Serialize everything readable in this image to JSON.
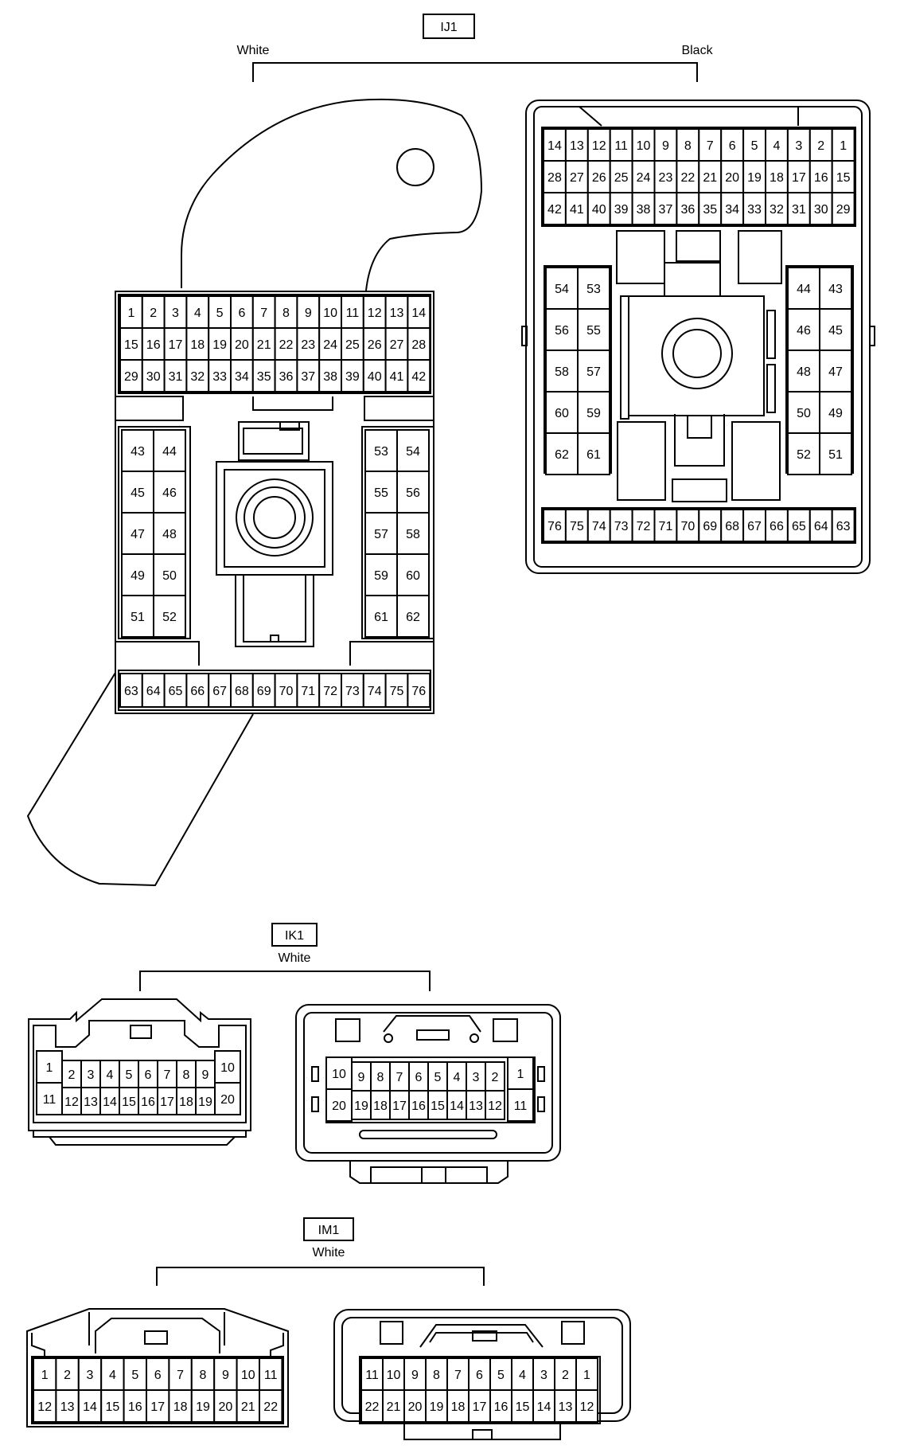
{
  "connectors": {
    "ij1": {
      "id": "IJ1",
      "left_color": "White",
      "right_color": "Black",
      "male_top_rows": [
        [
          "1",
          "2",
          "3",
          "4",
          "5",
          "6",
          "7",
          "8",
          "9",
          "10",
          "11",
          "12",
          "13",
          "14"
        ],
        [
          "15",
          "16",
          "17",
          "18",
          "19",
          "20",
          "21",
          "22",
          "23",
          "24",
          "25",
          "26",
          "27",
          "28"
        ],
        [
          "29",
          "30",
          "31",
          "32",
          "33",
          "34",
          "35",
          "36",
          "37",
          "38",
          "39",
          "40",
          "41",
          "42"
        ]
      ],
      "male_left_block": [
        [
          "43",
          "44"
        ],
        [
          "45",
          "46"
        ],
        [
          "47",
          "48"
        ],
        [
          "49",
          "50"
        ],
        [
          "51",
          "52"
        ]
      ],
      "male_right_block": [
        [
          "53",
          "54"
        ],
        [
          "55",
          "56"
        ],
        [
          "57",
          "58"
        ],
        [
          "59",
          "60"
        ],
        [
          "61",
          "62"
        ]
      ],
      "male_bottom_row": [
        "63",
        "64",
        "65",
        "66",
        "67",
        "68",
        "69",
        "70",
        "71",
        "72",
        "73",
        "74",
        "75",
        "76"
      ],
      "female_top_rows": [
        [
          "14",
          "13",
          "12",
          "11",
          "10",
          "9",
          "8",
          "7",
          "6",
          "5",
          "4",
          "3",
          "2",
          "1"
        ],
        [
          "28",
          "27",
          "26",
          "25",
          "24",
          "23",
          "22",
          "21",
          "20",
          "19",
          "18",
          "17",
          "16",
          "15"
        ],
        [
          "42",
          "41",
          "40",
          "39",
          "38",
          "37",
          "36",
          "35",
          "34",
          "33",
          "32",
          "31",
          "30",
          "29"
        ]
      ],
      "female_left_block": [
        [
          "54",
          "53"
        ],
        [
          "56",
          "55"
        ],
        [
          "58",
          "57"
        ],
        [
          "60",
          "59"
        ],
        [
          "62",
          "61"
        ]
      ],
      "female_right_block": [
        [
          "44",
          "43"
        ],
        [
          "46",
          "45"
        ],
        [
          "48",
          "47"
        ],
        [
          "50",
          "49"
        ],
        [
          "52",
          "51"
        ]
      ],
      "female_bottom_row": [
        "76",
        "75",
        "74",
        "73",
        "72",
        "71",
        "70",
        "69",
        "68",
        "67",
        "66",
        "65",
        "64",
        "63"
      ]
    },
    "ik1": {
      "id": "IK1",
      "color": "White",
      "male_row1_left": "1",
      "male_row1": [
        "2",
        "3",
        "4",
        "5",
        "6",
        "7",
        "8",
        "9"
      ],
      "male_row1_right": "10",
      "male_row2_left": "11",
      "male_row2": [
        "12",
        "13",
        "14",
        "15",
        "16",
        "17",
        "18",
        "19"
      ],
      "male_row2_right": "20",
      "female_row1_left": "10",
      "female_row1": [
        "9",
        "8",
        "7",
        "6",
        "5",
        "4",
        "3",
        "2"
      ],
      "female_row1_right": "1",
      "female_row2_left": "20",
      "female_row2": [
        "19",
        "18",
        "17",
        "16",
        "15",
        "14",
        "13",
        "12"
      ],
      "female_row2_right": "11"
    },
    "im1": {
      "id": "IM1",
      "color": "White",
      "male_row1": [
        "1",
        "2",
        "3",
        "4",
        "5",
        "6",
        "7",
        "8",
        "9",
        "10",
        "11"
      ],
      "male_row2": [
        "12",
        "13",
        "14",
        "15",
        "16",
        "17",
        "18",
        "19",
        "20",
        "21",
        "22"
      ],
      "female_row1": [
        "11",
        "10",
        "9",
        "8",
        "7",
        "6",
        "5",
        "4",
        "3",
        "2",
        "1"
      ],
      "female_row2": [
        "22",
        "21",
        "20",
        "19",
        "18",
        "17",
        "16",
        "15",
        "14",
        "13",
        "12"
      ]
    }
  }
}
